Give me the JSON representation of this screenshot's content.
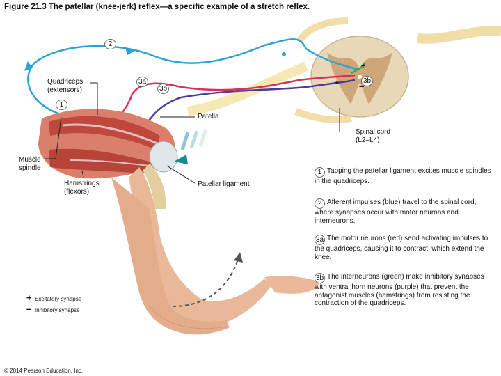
{
  "title": "Figure 21.3 The patellar (knee-jerk) reflex—a specific example of a stretch reflex.",
  "labels": {
    "quadriceps": "Quadriceps\n(extensors)",
    "patella": "Patella",
    "spinal_cord": "Spinal cord",
    "spinal_cord_range": "(L2–L4)",
    "muscle_spindle": "Muscle\nspindle",
    "hamstrings": "Hamstrings\n(flexors)",
    "patellar_ligament": "Patellar ligament"
  },
  "badges": {
    "b1": "1",
    "b2": "2",
    "b3a": "3a",
    "b3b_left": "3b",
    "b3b_right": "3b"
  },
  "steps": [
    {
      "num": "1",
      "text": "Tapping the patellar ligament excites muscle spindles in the quadriceps."
    },
    {
      "num": "2",
      "text": "Afferent impulses (blue) travel to the spinal cord, where synapses occur with motor neurons and interneurons."
    },
    {
      "num": "3a",
      "text": "The motor neurons (red) send activating impulses to the quadriceps, causing it to contract, which extend the knee."
    },
    {
      "num": "3b",
      "text": "The interneurons (green) make inhibitory synapses with ventral horn neurons (purple) that prevent the antagonist muscles (hamstrings) from resisting the contraction of the quadriceps."
    }
  ],
  "legend": {
    "excitatory_symbol": "+",
    "excitatory": "Excitatory synapse",
    "inhibitory_symbol": "–",
    "inhibitory": "Inhibitory synapse"
  },
  "synapse_marks": {
    "plus": "+",
    "minus": "–"
  },
  "copyright": "© 2014 Pearson Education, Inc.",
  "colors": {
    "afferent": "#2aa3d6",
    "motor": "#d6305a",
    "interneuron": "#3aa64a",
    "inhibitory": "#4a3c9a",
    "skin": "#e8b899",
    "muscle": "#c0473e",
    "cord": "#e9d8b8"
  }
}
